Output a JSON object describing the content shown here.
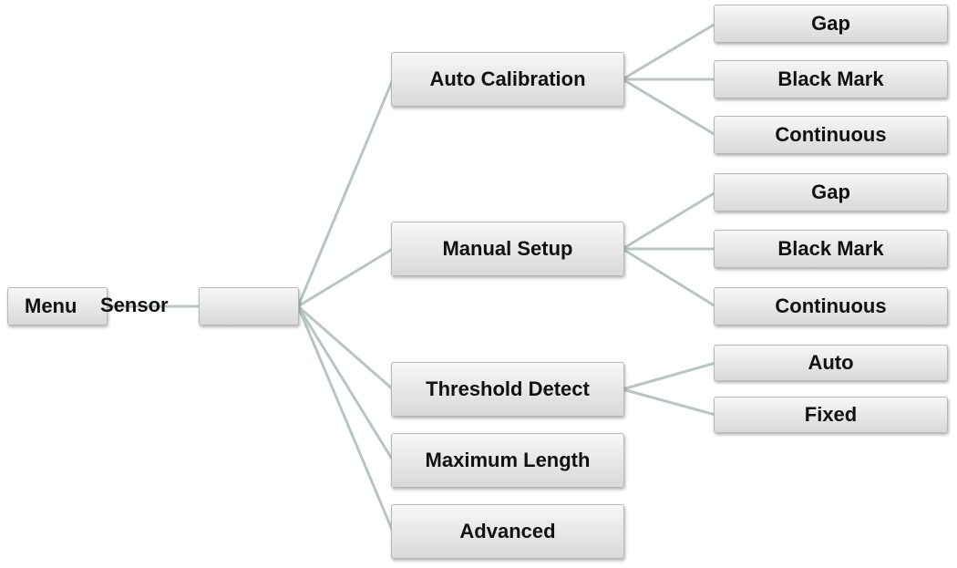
{
  "root": {
    "menu_label": "Menu",
    "sensor_label": "Sensor"
  },
  "branches": [
    {
      "label": "Auto Calibration",
      "children": [
        "Gap",
        "Black Mark",
        "Continuous"
      ]
    },
    {
      "label": "Manual Setup",
      "children": [
        "Gap",
        "Black Mark",
        "Continuous"
      ]
    },
    {
      "label": "Threshold Detect",
      "children": [
        "Auto",
        "Fixed"
      ]
    },
    {
      "label": "Maximum Length",
      "children": []
    },
    {
      "label": "Advanced",
      "children": []
    }
  ],
  "colors": {
    "connector": "#b7c5c4",
    "box_top": "#f7f7f7",
    "box_bottom": "#d9d9d9",
    "text": "#111111"
  }
}
